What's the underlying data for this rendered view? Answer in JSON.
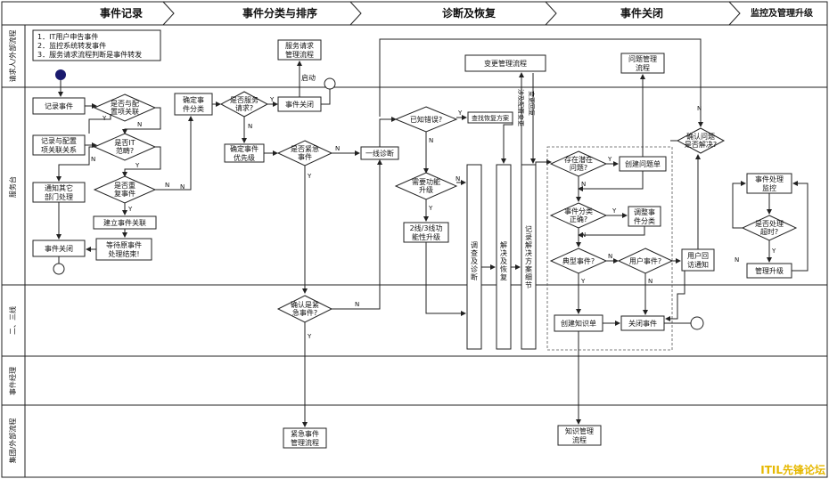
{
  "phases": {
    "record": "事件记录",
    "classify": "事件分类与排序",
    "diagnose": "诊断及恢复",
    "close": "事件关闭",
    "monitor": "监控及管理升级"
  },
  "lanes": {
    "requester": "请求人/外部流程",
    "service_desk": "服务台",
    "tier23": "二、三线",
    "incident_manager": "事件经理",
    "group_external": "集团/外部流程"
  },
  "sources": {
    "line1": "1．IT用户申告事件",
    "line2": "2．监控系统转发事件",
    "line3": "3．服务请求流程判断是事件转发"
  },
  "boxes": {
    "record_incident": "记录事件",
    "record_ci_1": "记录与配置",
    "record_ci_2": "项关联关系",
    "notify_1": "通知其它",
    "notify_2": "部门处理",
    "close_incident": "事件关闭",
    "link_incident": "建立事件关联",
    "wait_1": "等待原事件",
    "wait_2": "处理结束!",
    "determine_class_1": "确定事",
    "determine_class_2": "件分类",
    "service_req_flow_1": "服务请求",
    "service_req_flow_2": "管理流程",
    "start": "启动",
    "event_close": "事件关闭",
    "determine_priority_1": "确定事件",
    "determine_priority_2": "优先级",
    "emergency_flow_1": "紧急事件",
    "emergency_flow_2": "管理流程",
    "change_flow": "变更管理流程",
    "first_line_diag": "一线诊断",
    "search_recovery": "查找恢复方案",
    "tier_upgrade_1": "2线/3线功",
    "tier_upgrade_2": "能性升级",
    "investigate_1": "调",
    "investigate_2": "查",
    "investigate_3": "及",
    "investigate_4": "诊",
    "investigate_5": "断",
    "resolve_1": "解",
    "resolve_2": "决",
    "resolve_3": "及",
    "resolve_4": "恢",
    "resolve_5": "复",
    "record_solution_1": "记",
    "record_solution_2": "录",
    "record_solution_3": "解",
    "record_solution_4": "决",
    "record_solution_5": "方",
    "record_solution_6": "案",
    "record_solution_7": "细",
    "record_solution_8": "节",
    "involves_change": "涉及配置变更",
    "change_return": "变更回复",
    "problem_flow_1": "问题管理",
    "problem_flow_2": "流程",
    "create_problem": "创建问题单",
    "adjust_class_1": "调整事",
    "adjust_class_2": "件分类",
    "create_knowledge": "创建知识单",
    "close_event": "关闭事件",
    "user_callback_1": "用户回",
    "user_callback_2": "访通知",
    "knowledge_flow_1": "知识管理",
    "knowledge_flow_2": "流程",
    "monitor_1": "事件处理",
    "monitor_2": "监控",
    "escalate": "管理升级"
  },
  "decisions": {
    "ci_related_1": "是否与配",
    "ci_related_2": "置项关联",
    "is_it_1": "是否IT",
    "is_it_2": "范畴?",
    "duplicate_1": "是否重",
    "duplicate_2": "复事件",
    "service_req_1": "是否服务",
    "service_req_2": "请求?",
    "urgent_1": "是否紧急",
    "urgent_2": "事件",
    "known_error": "已知错误?",
    "need_upgrade_1": "需要功能",
    "need_upgrade_2": "升级",
    "confirm_urgent_1": "确认是紧",
    "confirm_urgent_2": "急事件?",
    "potential_problem_1": "存在潜在",
    "potential_problem_2": "问题?",
    "class_correct_1": "事件分类",
    "class_correct_2": "正确?",
    "typical_event": "典型事件?",
    "user_event": "用户事件?",
    "confirm_solved_1": "确认问题",
    "confirm_solved_2": "是否解决?",
    "overtime_1": "是否处理",
    "overtime_2": "超时?"
  },
  "flow_labels": {
    "yes": "Y",
    "no": "N"
  },
  "watermark": "ITIL先锋论坛"
}
